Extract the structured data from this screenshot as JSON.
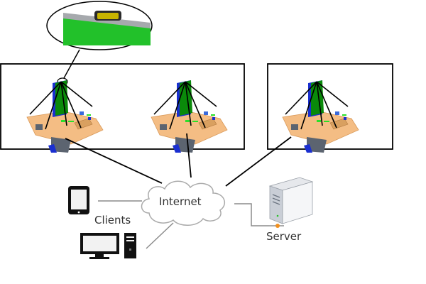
{
  "diagram": {
    "labels": {
      "internet": "Internet",
      "clients": "Clients",
      "server": "Server"
    },
    "nodes": [
      {
        "id": "workstation-1",
        "type": "sensor-workstation",
        "group": "local-site"
      },
      {
        "id": "workstation-2",
        "type": "sensor-workstation",
        "group": "local-site"
      },
      {
        "id": "workstation-3",
        "type": "sensor-workstation",
        "group": "remote-site"
      },
      {
        "id": "internet",
        "type": "cloud"
      },
      {
        "id": "client-tablet",
        "type": "tablet"
      },
      {
        "id": "client-desktop",
        "type": "desktop-pc"
      },
      {
        "id": "server",
        "type": "server-tower"
      }
    ],
    "edges": [
      {
        "from": "workstation-1",
        "to": "internet"
      },
      {
        "from": "workstation-2",
        "to": "internet"
      },
      {
        "from": "workstation-3",
        "to": "internet"
      },
      {
        "from": "client-tablet",
        "to": "internet"
      },
      {
        "from": "client-desktop",
        "to": "internet"
      },
      {
        "from": "server",
        "to": "internet"
      }
    ],
    "callout": {
      "target": "workstation-1",
      "content": "sensor-mounted-on-monitor"
    },
    "colors": {
      "monitor_screen": "#0a8a0a",
      "monitor_frame": "#1a2fd0",
      "desk": "#f4bd84",
      "callout_green": "#22c12a",
      "sensor_body": "#c8b400",
      "server_led": "#f09020"
    }
  }
}
